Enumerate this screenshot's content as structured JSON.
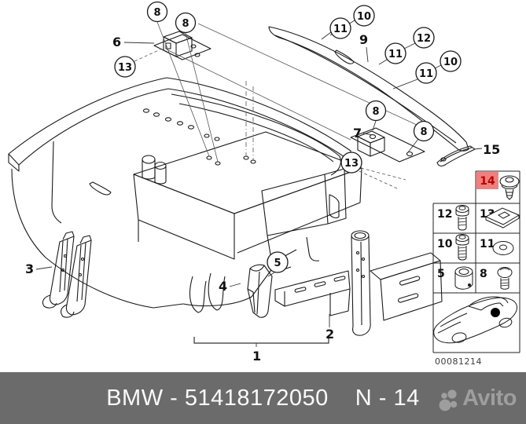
{
  "diagram": {
    "circled_callouts": [
      {
        "id": "8a",
        "label": "8"
      },
      {
        "id": "8b",
        "label": "8"
      },
      {
        "id": "10a",
        "label": "10"
      },
      {
        "id": "11a",
        "label": "11"
      },
      {
        "id": "12a",
        "label": "12"
      },
      {
        "id": "11b",
        "label": "11"
      },
      {
        "id": "10b",
        "label": "10"
      },
      {
        "id": "11c",
        "label": "11"
      },
      {
        "id": "8c",
        "label": "8"
      },
      {
        "id": "8d",
        "label": "8"
      },
      {
        "id": "13a",
        "label": "13"
      },
      {
        "id": "13b",
        "label": "13"
      },
      {
        "id": "5a",
        "label": "5"
      }
    ],
    "plain_labels": [
      {
        "id": "6",
        "label": "6"
      },
      {
        "id": "9",
        "label": "9"
      },
      {
        "id": "7",
        "label": "7"
      },
      {
        "id": "15",
        "label": "15"
      },
      {
        "id": "3",
        "label": "3"
      },
      {
        "id": "4",
        "label": "4"
      },
      {
        "id": "2",
        "label": "2"
      },
      {
        "id": "1",
        "label": "1"
      }
    ],
    "highlighted_label": {
      "label": "14",
      "icon": "expanding-rivet-icon"
    },
    "image_number": "00081214"
  },
  "parts_table": {
    "top_cell": {
      "num": "14",
      "icon": "expanding-rivet-icon"
    },
    "rows": [
      {
        "cells": [
          {
            "num": "12",
            "icon": "hex-socket-bolt-icon"
          },
          {
            "num": "13",
            "icon": "clamp-plate-icon"
          }
        ]
      },
      {
        "cells": [
          {
            "num": "10",
            "icon": "hex-socket-bolt-long-icon"
          },
          {
            "num": "11",
            "icon": "washer-icon"
          }
        ]
      },
      {
        "cells": [
          {
            "num": "5",
            "icon": "spacer-bush-icon"
          },
          {
            "num": "8",
            "icon": "oval-head-screw-icon"
          }
        ]
      }
    ],
    "car_thumbnail": {
      "marker": "part-location-dot"
    }
  },
  "footer": {
    "part_label": "BMW - 51418172050",
    "catalog_label": "N - 14",
    "brand": "Avito"
  },
  "colors": {
    "line": "#1a1a1a",
    "highlight_bg": "#f08080",
    "highlight_text": "#b80000",
    "footer_bar": "#6b6b6b",
    "footer_text": "#fafafa",
    "brand_gray": "#9e9e9e"
  }
}
